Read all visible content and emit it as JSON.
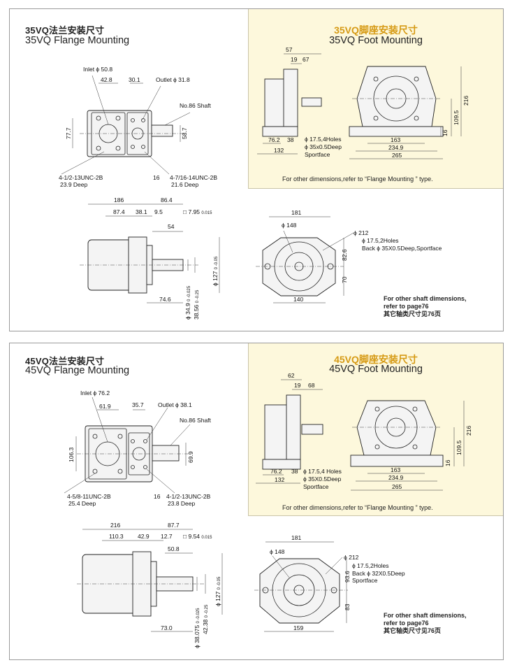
{
  "p35": {
    "title_cn": "35VQ法兰安装尺寸",
    "title_en": "35VQ Flange Mounting",
    "foot_cn": "35VQ脚座安装尺寸",
    "foot_en": "35VQ Foot Mounting",
    "foot_note": "For other  dimensions,refer to “Flange Mounting ” type.",
    "inlet": "Inlet ϕ 50.8",
    "outlet": "Outlet ϕ 31.8",
    "shaft": "No.86 Shaft",
    "d42_8": "42.8",
    "d30_1": "30.1",
    "d77_7": "77.7",
    "d58_7": "58.7",
    "d16": "16",
    "thread_in": "4-1/2-13UNC-2B",
    "thread_in_depth": "23.9 Deep",
    "thread_out": "4-7/16-14UNC-2B",
    "thread_out_depth": "21.6 Deep",
    "f57": "57",
    "f19": "19",
    "f67": "67",
    "f76_2": "76.2",
    "f38": "38",
    "f132": "132",
    "f163": "163",
    "f234_9": "234.9",
    "f265": "265",
    "f216": "216",
    "f109_5": "109.5",
    "f16": "16",
    "holes4": "ϕ 17.5,4Holes",
    "sp1": "ϕ 35x0.5Deep",
    "sp2": "Sportface",
    "s186": "186",
    "s86_4": "86.4",
    "s87_4": "87.4",
    "s38_1": "38.1",
    "s9_5": "9.5",
    "sq": "□ 7.95 ",
    "sq_tol": "0.015",
    "s54": "54",
    "s74_6": "74.6",
    "dia34_9": "ϕ 34.9 ",
    "tol34_9": "0 -0.025",
    "d38_56": "38.56 ",
    "tol38_56": "0 -0.25",
    "d127": "ϕ 127 ",
    "tol127": "0 -0.05",
    "e181": "181",
    "e148": "ϕ 148",
    "e212": "ϕ 212",
    "holes2": "ϕ 17.5,2Holes",
    "back": "Back ϕ 35X0.5Deep,Sportface",
    "e82_6": "82.6",
    "e70": "70",
    "e140": "140",
    "other1": "For other shaft dimensions,",
    "other2": "refer to page76",
    "other3": "其它轴类尺寸见76页"
  },
  "p45": {
    "title_cn": "45VQ法兰安装尺寸",
    "title_en": "45VQ Flange Mounting",
    "foot_cn": "45VQ脚座安装尺寸",
    "foot_en": "45VQ Foot Mounting",
    "foot_note": "For other  dimensions,refer to “Flange Mounting ” type.",
    "inlet": "Inlet ϕ 76.2",
    "outlet": "Outlet ϕ 38.1",
    "shaft": "No.86 Shaft",
    "d61_9": "61.9",
    "d35_7": "35.7",
    "d106_3": "106.3",
    "d69_9": "69.9",
    "d16": "16",
    "thread_in": "4-5/8-11UNC-2B",
    "thread_in_depth": "25.4 Deep",
    "thread_out": "4-1/2-13UNC-2B",
    "thread_out_depth": "23.8 Deep",
    "f62": "62",
    "f19": "19",
    "f68": "68",
    "f76_2": "76.2",
    "f38": "38",
    "f132": "132",
    "f163": "163",
    "f234_9": "234.9",
    "f265": "265",
    "f216": "216",
    "f109_5": "109.5",
    "f16": "16",
    "holes4": "ϕ 17.5,4 Holes",
    "sp1": "ϕ 35X0.5Deep",
    "sp2": "Sportface",
    "s216": "216",
    "s87_7": "87.7",
    "s110_3": "110.3",
    "s42_9": "42.9",
    "s12_7": "12.7",
    "sq": "□ 9.54 ",
    "sq_tol": "0.015",
    "s50_8": "50.8",
    "s73": "73.0",
    "dia38": "ϕ 38.075 ",
    "tol38": "0 -0.025",
    "d42_38": "42.38 ",
    "tol42_38": "0 -0.25",
    "d127": "ϕ 127 ",
    "tol127": "0 -0.05",
    "e181": "181",
    "e148": "ϕ 148",
    "e212": "ϕ 212",
    "holes2": "ϕ 17.5,2Holes",
    "back1": "Back ϕ 32X0.5Deep",
    "back2": "Sportface",
    "e93_6": "93.6",
    "e83": "83",
    "e159": "159",
    "other1": "For other shaft dimensions,",
    "other2": "refer to page76",
    "other3": "其它轴类尺寸见76页"
  }
}
